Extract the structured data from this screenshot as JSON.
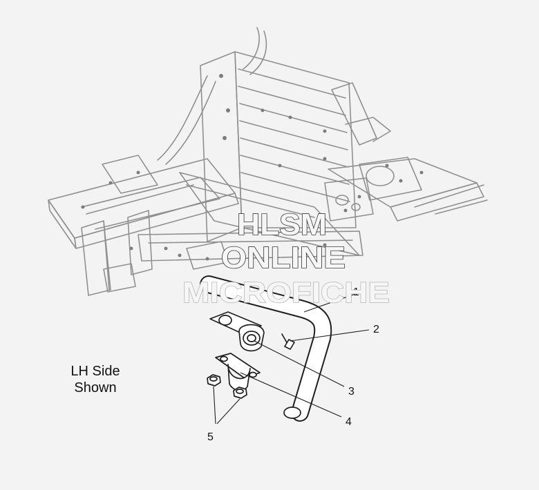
{
  "note": {
    "line1": "LH Side",
    "line2": "Shown"
  },
  "callouts": [
    {
      "id": "1",
      "text": "1"
    },
    {
      "id": "2",
      "text": "2"
    },
    {
      "id": "3",
      "text": "3"
    },
    {
      "id": "4",
      "text": "4"
    },
    {
      "id": "5",
      "text": "5"
    }
  ],
  "watermark": {
    "line1": "HLSM",
    "line2": "ONLINE",
    "line3": "MICROFICHE"
  }
}
